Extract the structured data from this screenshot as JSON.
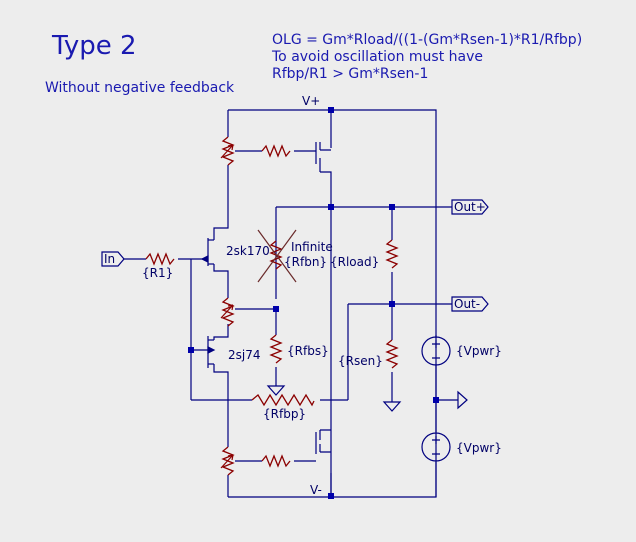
{
  "page": {
    "title": "Type 2",
    "subtitle": "Without negative feedback",
    "equation_lines": [
      "OLG = Gm*Rload/((1-(Gm*Rsen-1)*R1/Rfbp)",
      "To avoid oscillation must have",
      "Rfbp/R1 > Gm*Rsen-1"
    ]
  },
  "schematic": {
    "rails": {
      "positive": "V+",
      "negative": "V-"
    },
    "ports": {
      "input": "In",
      "out_pos": "Out+",
      "out_neg": "Out-"
    },
    "components": {
      "r1": "{R1}",
      "rfbn": "{Rfbn}",
      "rfbn_note": "Infinite",
      "rload": "{Rload}",
      "rfbs": "{Rfbs}",
      "rsen": "{Rsen}",
      "rfbp": "{Rfbp}",
      "vpwr_top": "{Vpwr}",
      "vpwr_bottom": "{Vpwr}",
      "q_n": "2sk170",
      "q_p": "2sj74"
    },
    "colors": {
      "wire": "#000080",
      "text": "#1a1ab0",
      "component": "#8b0000",
      "junction": "#0000aa",
      "background": "#ededed"
    }
  }
}
